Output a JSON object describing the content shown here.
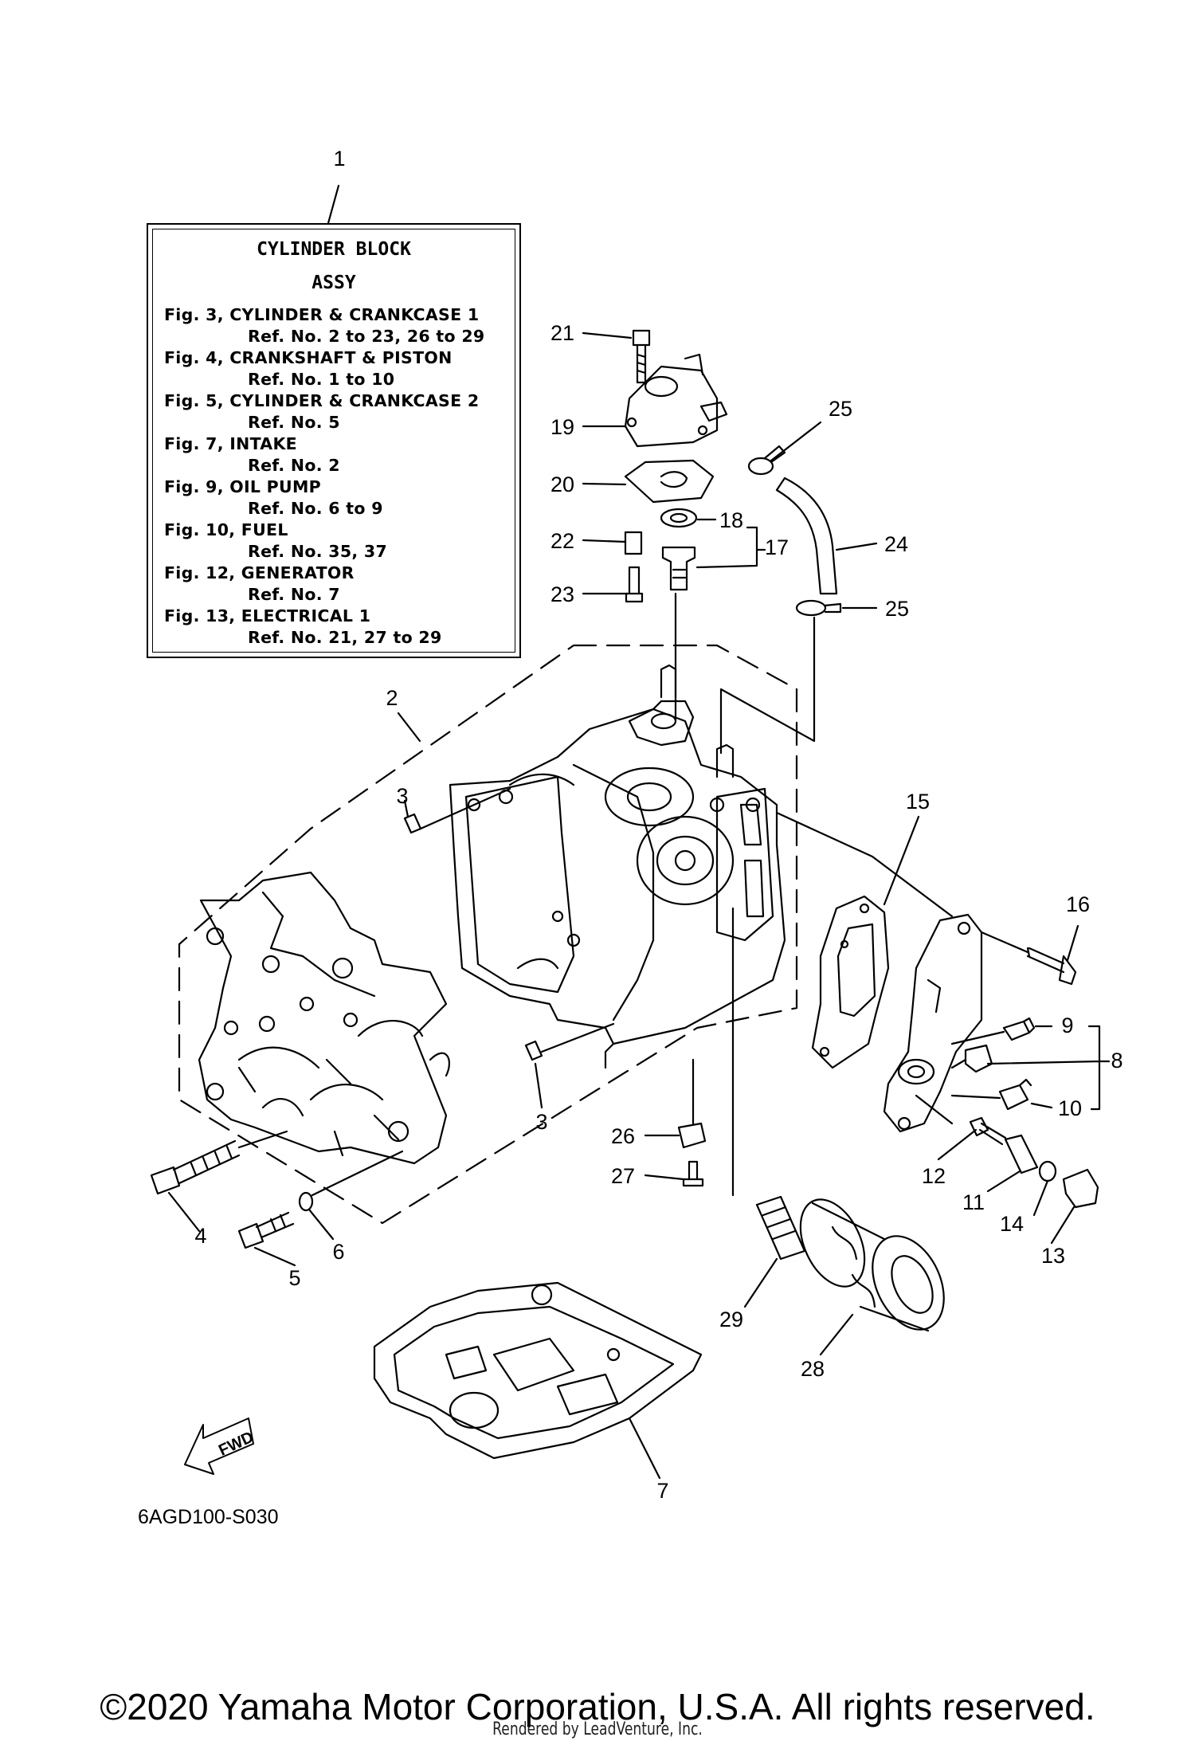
{
  "info_box": {
    "title_line1": "CYLINDER  BLOCK",
    "title_line2": "ASSY",
    "rows": [
      {
        "fig": "Fig. 3, CYLINDER & CRANKCASE 1",
        "ref": "Ref. No. 2 to 23, 26 to 29"
      },
      {
        "fig": "Fig. 4, CRANKSHAFT & PISTON",
        "ref": "Ref. No. 1 to 10"
      },
      {
        "fig": "Fig. 5, CYLINDER & CRANKCASE 2",
        "ref": "Ref. No. 5"
      },
      {
        "fig": "Fig. 7, INTAKE",
        "ref": "Ref. No. 2"
      },
      {
        "fig": "Fig. 9, OIL PUMP",
        "ref": "Ref. No. 6 to 9"
      },
      {
        "fig": "Fig. 10, FUEL",
        "ref": "Ref. No. 35, 37"
      },
      {
        "fig": "Fig. 12, GENERATOR",
        "ref": "Ref. No. 7"
      },
      {
        "fig": "Fig. 13, ELECTRICAL 1",
        "ref": "Ref. No. 21, 27 to 29"
      }
    ]
  },
  "callouts": {
    "c1": "1",
    "c2": "2",
    "c3a": "3",
    "c3b": "3",
    "c4": "4",
    "c5": "5",
    "c6": "6",
    "c7": "7",
    "c8": "8",
    "c9": "9",
    "c10": "10",
    "c11": "11",
    "c12": "12",
    "c13": "13",
    "c14": "14",
    "c15": "15",
    "c16": "16",
    "c17": "17",
    "c18": "18",
    "c19": "19",
    "c20": "20",
    "c21": "21",
    "c22": "22",
    "c23": "23",
    "c24": "24",
    "c25a": "25",
    "c25b": "25",
    "c26": "26",
    "c27": "27",
    "c28": "28",
    "c29": "29"
  },
  "fwd_label": "FWD",
  "drawing_code": "6AGD100-S030",
  "copyright": "©2020 Yamaha Motor Corporation, U.S.A. All rights reserved.",
  "rendered_by": "Rendered by LeadVenture, Inc.",
  "colors": {
    "ink": "#000000",
    "background": "#ffffff"
  }
}
